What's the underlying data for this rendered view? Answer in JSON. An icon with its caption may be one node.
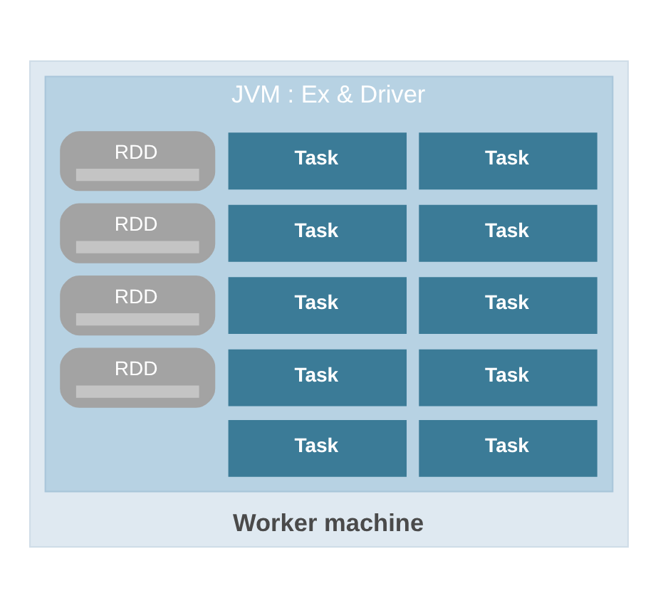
{
  "diagram": {
    "nodes": [
      {
        "text": [
          "Worker machine"
        ]
      },
      {
        "text": [
          "JVM : Ex & Driver"
        ],
        "in": 0
      },
      {
        "text": [
          "RDD"
        ],
        "in": 1
      },
      {
        "text": [
          "Task"
        ],
        "in": 1
      },
      {
        "text": [
          "Task"
        ],
        "in": 1
      },
      {
        "text": [
          "RDD"
        ],
        "in": 1
      },
      {
        "text": [
          "Task"
        ],
        "in": 1
      },
      {
        "text": [
          "Task"
        ],
        "in": 1
      },
      {
        "text": [
          "RDD"
        ],
        "in": 1
      },
      {
        "text": [
          "Task"
        ],
        "in": 1
      },
      {
        "text": [
          "Task"
        ],
        "in": 1
      },
      {
        "text": [
          "RDD"
        ],
        "in": 1
      },
      {
        "text": [
          "Task"
        ],
        "in": 1
      },
      {
        "text": [
          "Task"
        ],
        "in": 1
      },
      {
        "text": [
          "Task"
        ],
        "in": 1
      },
      {
        "text": [
          "Task"
        ],
        "in": 1
      }
    ],
    "edges": []
  }
}
